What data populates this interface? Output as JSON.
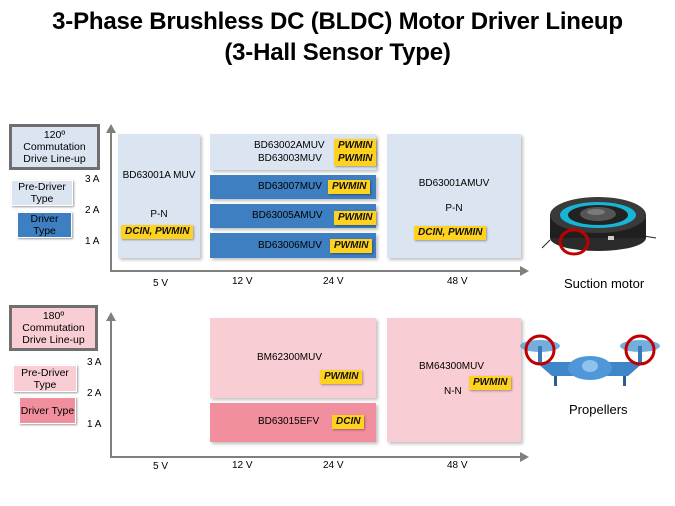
{
  "title": {
    "line1": "3-Phase Brushless DC (BLDC) Motor Driver Lineup",
    "line2": "(3-Hall Sensor Type)"
  },
  "legend": {
    "pre_driver": "Pre-Driver Type",
    "driver": "Driver Type"
  },
  "section120": {
    "label": "120º Commutation Drive Line-up",
    "y_ticks": [
      "3 A",
      "2 A",
      "1 A"
    ],
    "x_ticks": [
      "5 V",
      "12 V",
      "24 V",
      "48 V"
    ],
    "products": {
      "bd63001a": "BD63001A MUV",
      "bd63001a_config": "P-N",
      "bd63001a_tag": "DCIN, PWMIN",
      "bd63002": "BD63002AMUV",
      "bd63003": "BD63003MUV",
      "bd63002_tag": "PWMIN",
      "bd63003_tag": "PWMIN",
      "bd63007": "BD63007MUV",
      "bd63007_tag": "PWMIN",
      "bd63005": "BD63005AMUV",
      "bd63005_tag": "PWMIN",
      "bd63006": "BD63006MUV",
      "bd63006_tag": "PWMIN",
      "bd63001amuv": "BD63001AMUV",
      "bd63001amuv_config": "P-N",
      "bd63001amuv_tag": "DCIN, PWMIN"
    },
    "application": "Suction motor"
  },
  "section180": {
    "label": "180º Commutation Drive Line-up",
    "y_ticks": [
      "3 A",
      "2 A",
      "1 A"
    ],
    "x_ticks": [
      "5 V",
      "12 V",
      "24 V",
      "48 V"
    ],
    "products": {
      "bm62300": "BM62300MUV",
      "bm62300_tag": "PWMIN",
      "bd63015": "BD63015EFV",
      "bd63015_tag": "DCIN",
      "bm64300": "BM64300MUV",
      "bm64300_config": "N-N",
      "bm64300_tag": "PWMIN"
    },
    "application": "Propellers"
  },
  "colors": {
    "pre_driver_blue": "#dbe5f1",
    "driver_blue": "#3e7fc1",
    "pre_driver_pink": "#f9cdd4",
    "driver_pink": "#f28f9f",
    "tag_yellow": "#ffd21f",
    "axis": "#7f7f7f"
  },
  "icons": [
    "robot-vacuum-icon",
    "drone-icon"
  ]
}
